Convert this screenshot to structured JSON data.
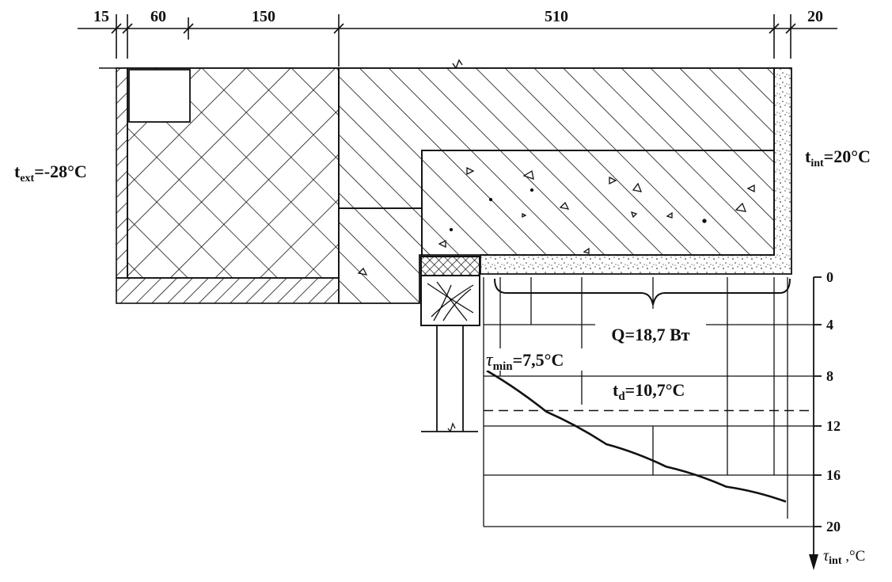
{
  "dimensions": {
    "d1": "15",
    "d2": "60",
    "d3": "150",
    "d4": "510",
    "d5": "20"
  },
  "labels": {
    "t_ext_main": "t",
    "t_ext_sub": "ext",
    "t_ext_value": "=-28°C",
    "t_int_main": "t",
    "t_int_sub": "int",
    "t_int_value": "=20°C",
    "q_label": "Q=18,7 Вт",
    "tau_min_main": "τ",
    "tau_min_sub": "min",
    "tau_min_value": "=7,5°C",
    "td_main": "t",
    "td_sub": "d",
    "td_value": "=10,7°C",
    "axis_main": "τ",
    "axis_sub": "int",
    "axis_unit": " ,°C"
  },
  "chart_data": {
    "type": "line",
    "y_axis": {
      "label": "τint ,°C",
      "ticks": [
        "0",
        "4",
        "8",
        "12",
        "16",
        "20"
      ],
      "range": [
        0,
        20
      ],
      "direction": "down"
    },
    "series": [
      {
        "x": [
          0,
          0.2,
          0.4,
          0.6,
          0.8,
          1.0
        ],
        "y": [
          7.5,
          10.8,
          13.4,
          15.2,
          16.8,
          18.0
        ]
      }
    ],
    "reference_lines": [
      {
        "y": 10.7,
        "style": "dashed"
      }
    ],
    "annotations": [
      "Q=18,7 Вт",
      "τmin=7,5°C",
      "td=10,7°C"
    ]
  }
}
